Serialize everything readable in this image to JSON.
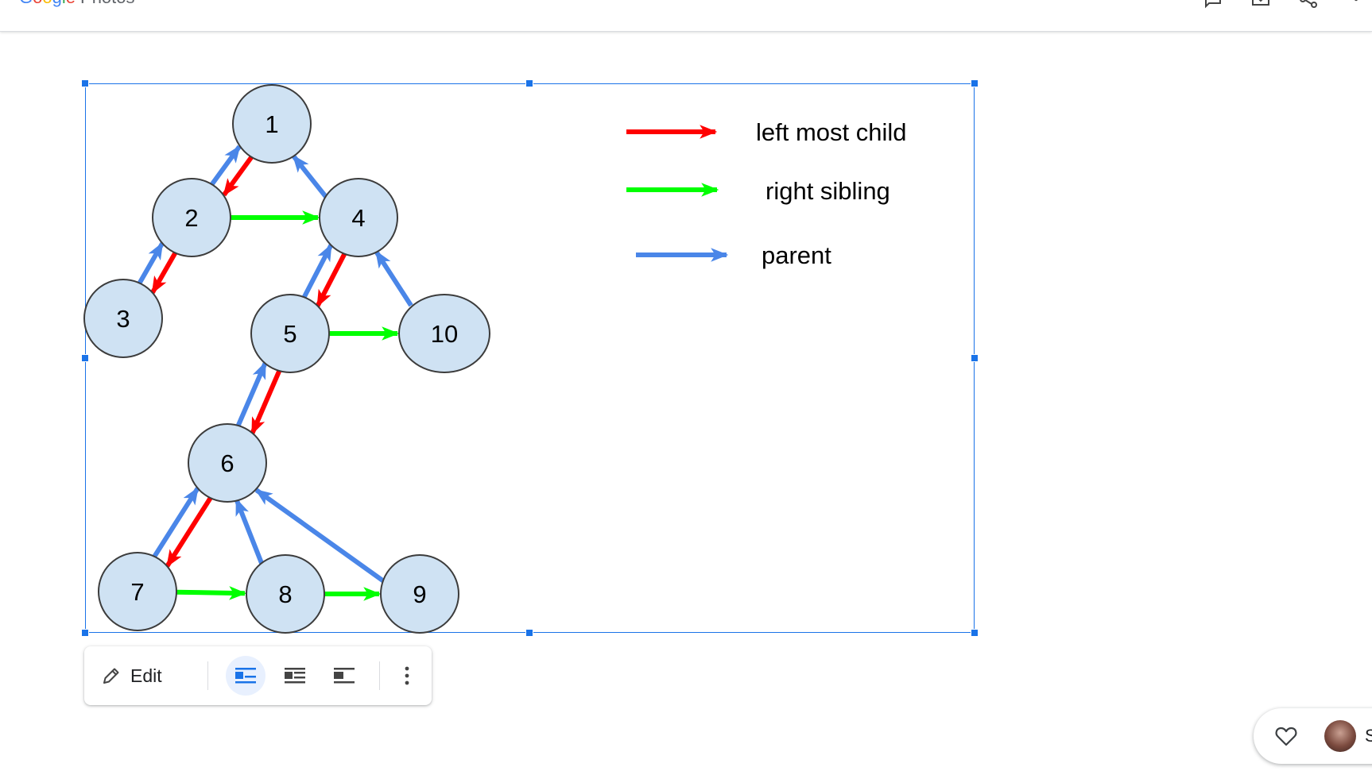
{
  "app": {
    "logo_brand": [
      "G",
      "o",
      "o",
      "g",
      "l",
      "e"
    ],
    "logo_product": "Photos",
    "top_icons": [
      "comment-icon",
      "download-icon",
      "share-icon",
      "more-vert-icon"
    ]
  },
  "diagram": {
    "nodes": [
      {
        "id": "1",
        "label": "1"
      },
      {
        "id": "2",
        "label": "2"
      },
      {
        "id": "4",
        "label": "4"
      },
      {
        "id": "3",
        "label": "3"
      },
      {
        "id": "5",
        "label": "5"
      },
      {
        "id": "10",
        "label": "10"
      },
      {
        "id": "6",
        "label": "6"
      },
      {
        "id": "7",
        "label": "7"
      },
      {
        "id": "8",
        "label": "8"
      },
      {
        "id": "9",
        "label": "9"
      }
    ],
    "edges": [
      {
        "from": "1",
        "to": "2",
        "kind": "left_most_child"
      },
      {
        "from": "2",
        "to": "3",
        "kind": "left_most_child"
      },
      {
        "from": "4",
        "to": "5",
        "kind": "left_most_child"
      },
      {
        "from": "5",
        "to": "6",
        "kind": "left_most_child"
      },
      {
        "from": "6",
        "to": "7",
        "kind": "left_most_child"
      },
      {
        "from": "2",
        "to": "4",
        "kind": "right_sibling"
      },
      {
        "from": "5",
        "to": "10",
        "kind": "right_sibling"
      },
      {
        "from": "7",
        "to": "8",
        "kind": "right_sibling"
      },
      {
        "from": "8",
        "to": "9",
        "kind": "right_sibling"
      },
      {
        "from": "2",
        "to": "1",
        "kind": "parent"
      },
      {
        "from": "4",
        "to": "1",
        "kind": "parent"
      },
      {
        "from": "3",
        "to": "2",
        "kind": "parent"
      },
      {
        "from": "5",
        "to": "4",
        "kind": "parent"
      },
      {
        "from": "10",
        "to": "4",
        "kind": "parent"
      },
      {
        "from": "6",
        "to": "5",
        "kind": "parent"
      },
      {
        "from": "7",
        "to": "6",
        "kind": "parent"
      },
      {
        "from": "8",
        "to": "6",
        "kind": "parent"
      },
      {
        "from": "9",
        "to": "6",
        "kind": "parent"
      }
    ],
    "legend": [
      {
        "kind": "left_most_child",
        "label": "left most child",
        "color": "#ff0000"
      },
      {
        "kind": "right_sibling",
        "label": "right sibling",
        "color": "#00ff00"
      },
      {
        "kind": "parent",
        "label": "parent",
        "color": "#4a86e8"
      }
    ],
    "node_fill": "#cfe2f3",
    "node_stroke": "#3c3c3c"
  },
  "toolbar": {
    "edit_label": "Edit",
    "wrap_options": [
      "inline-wrap-icon",
      "wrap-text-icon",
      "break-text-icon"
    ],
    "active_wrap": "inline-wrap-icon"
  },
  "bottom_pill": {
    "text": "S"
  },
  "colors": {
    "selection": "#1a73e8"
  }
}
